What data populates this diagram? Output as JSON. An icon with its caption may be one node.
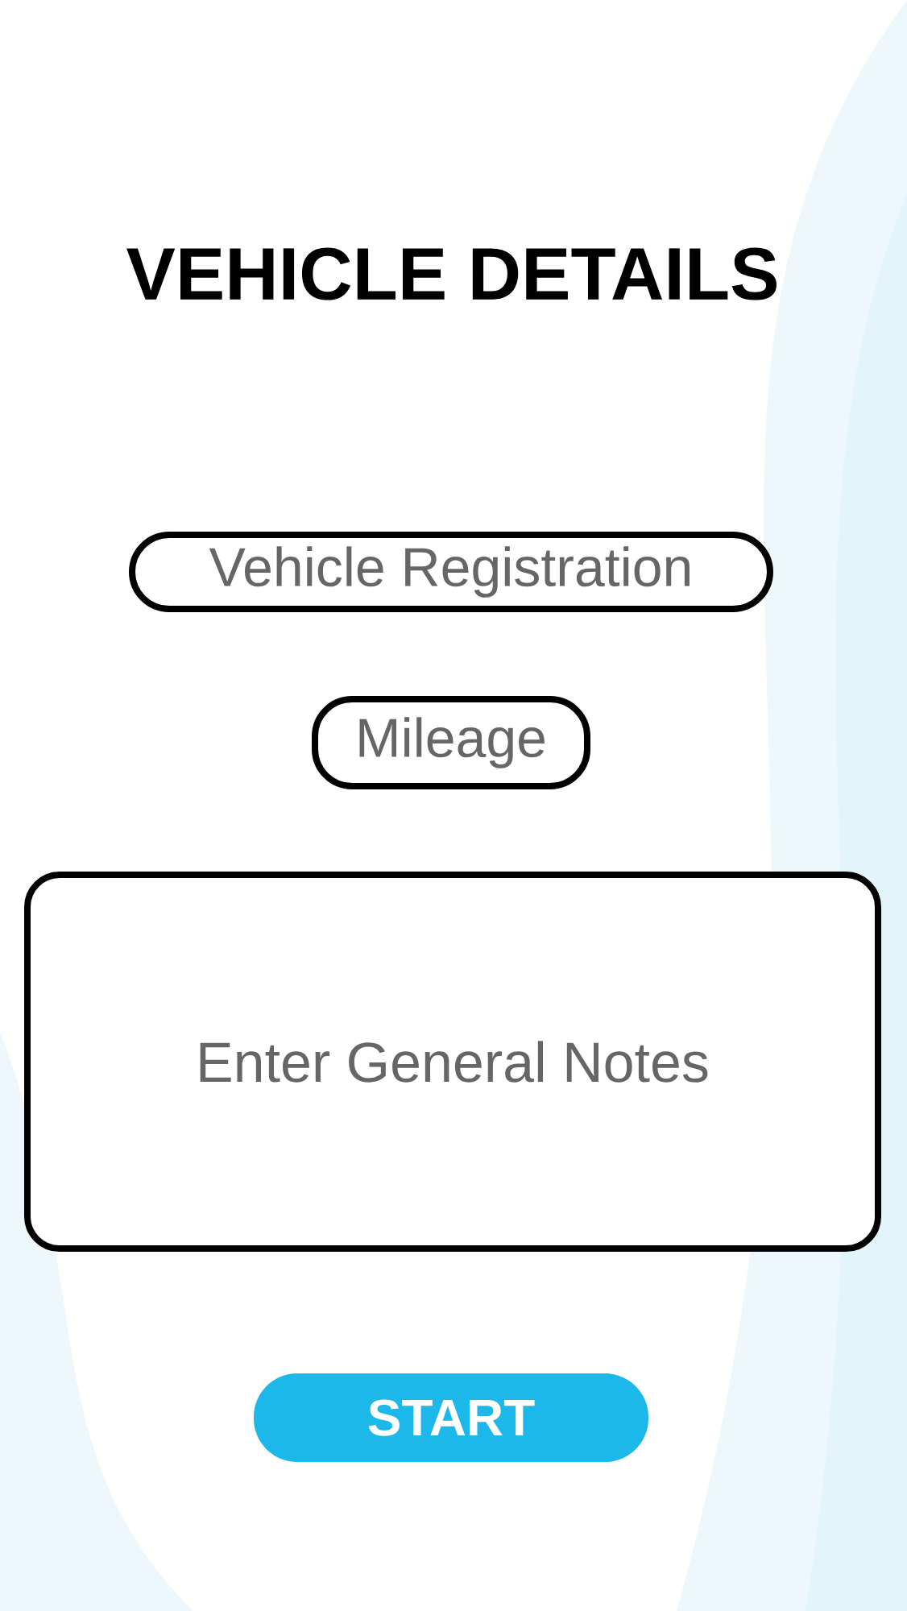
{
  "diagram": {
    "title": "VEHICLE DETAILS",
    "nodes": [
      {
        "text": [
          "Vehicle Registration"
        ]
      },
      {
        "text": [
          "Mileage"
        ]
      },
      {
        "text": [
          "Enter General Notes"
        ]
      },
      {
        "text": [
          "START"
        ]
      }
    ]
  }
}
